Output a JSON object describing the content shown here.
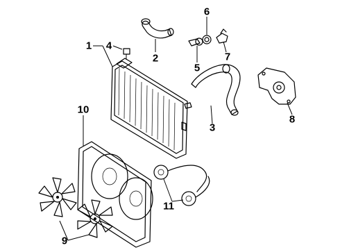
{
  "callouts": [
    {
      "id": "c1",
      "text": "1"
    },
    {
      "id": "c4",
      "text": "4"
    },
    {
      "id": "c2",
      "text": "2"
    },
    {
      "id": "c6",
      "text": "6"
    },
    {
      "id": "c5",
      "text": "5"
    },
    {
      "id": "c7",
      "text": "7"
    },
    {
      "id": "c3",
      "text": "3"
    },
    {
      "id": "c8",
      "text": "8"
    },
    {
      "id": "c10",
      "text": "10"
    },
    {
      "id": "c11",
      "text": "11"
    },
    {
      "id": "c9",
      "text": "9"
    }
  ]
}
